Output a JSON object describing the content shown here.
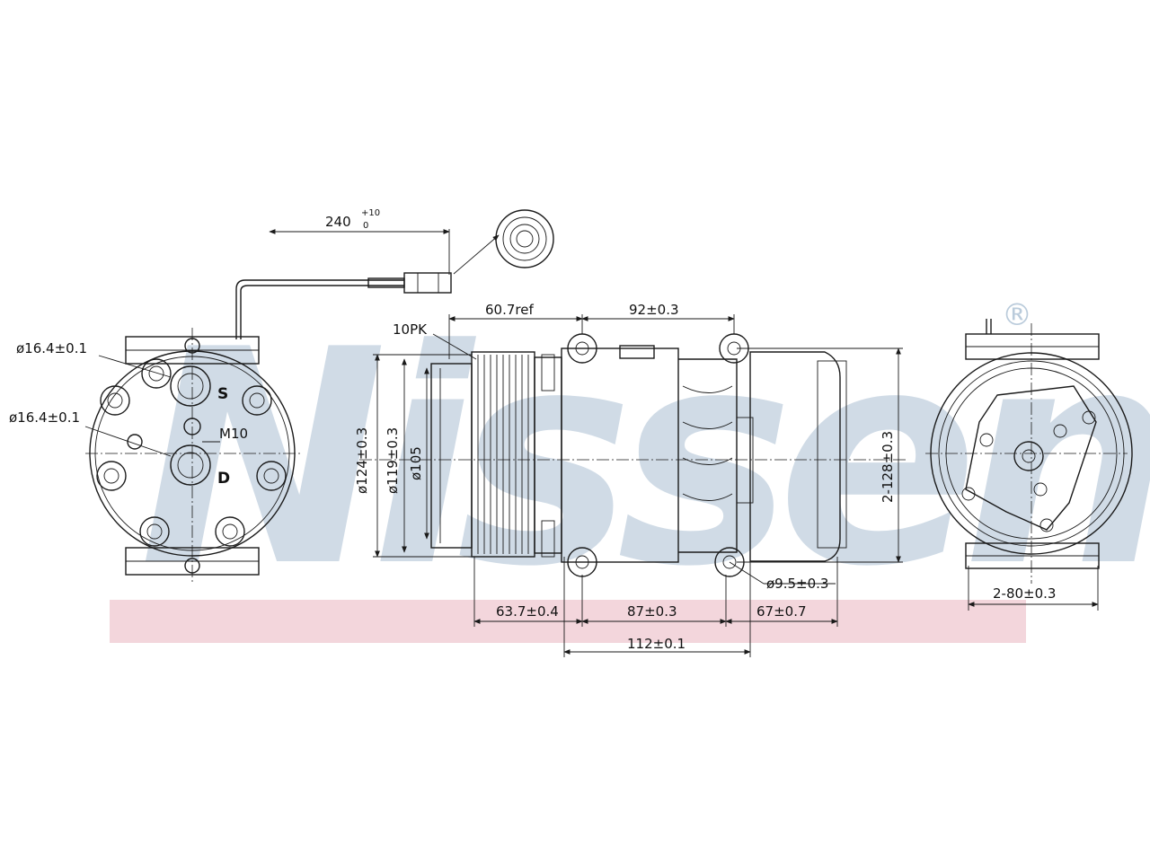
{
  "watermark": {
    "brand": "Nissens",
    "registered": "®",
    "color": "#aabfd3",
    "stripe_color": "#f3d6dc"
  },
  "dimensions": {
    "cable_length": "240",
    "cable_tol_plus": "+10",
    "cable_tol_minus": "0",
    "pulley_ref": "60.7ref",
    "ears_spacing": "92±0.3",
    "belt": "10PK",
    "port_dia_1": "ø16.4±0.1",
    "port_dia_2": "ø16.4±0.1",
    "thread": "M10",
    "suction_mark": "S",
    "discharge_mark": "D",
    "dia_124": "ø124±0.3",
    "dia_119": "ø119±0.3",
    "dia_105": "ø105",
    "mount_height": "2-128±0.3",
    "hole_dia": "ø9.5±0.3",
    "len_63": "63.7±0.4",
    "len_87": "87±0.3",
    "len_67": "67±0.7",
    "len_112": "112±0.1",
    "side_width": "2-80±0.3"
  }
}
